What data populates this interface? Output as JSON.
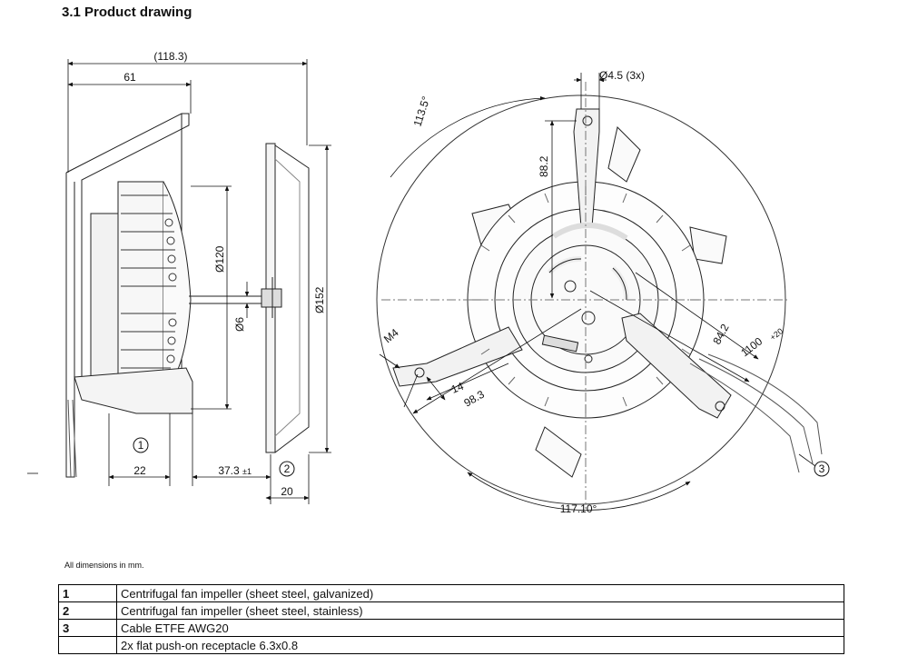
{
  "title": "3.1 Product drawing",
  "dimensions": {
    "overall_width": "(118.3)",
    "d61": "61",
    "d120": "Ø120",
    "d6": "Ø6",
    "d152": "Ø152",
    "d22": "22",
    "d37": "37.3",
    "d37_tol": "±1",
    "d20": "20",
    "hole": "Ø4.5 (3x)",
    "angle1": "113.5°",
    "d88": "88.2",
    "m4": "M4",
    "d14": "14",
    "d98": "98.3",
    "d84": "84.2",
    "cable_len": "1100",
    "cable_tol": "+20",
    "angle2": "117.10°"
  },
  "callouts": [
    "1",
    "2",
    "3"
  ],
  "note": "All dimensions in mm.",
  "legend": [
    {
      "num": "1",
      "text": "Centrifugal fan impeller (sheet steel, galvanized)"
    },
    {
      "num": "2",
      "text": "Centrifugal fan impeller (sheet steel, stainless)"
    },
    {
      "num": "3",
      "text": "Cable ETFE AWG20"
    },
    {
      "num": "",
      "text": "2x flat push-on receptacle 6.3x0.8"
    }
  ]
}
